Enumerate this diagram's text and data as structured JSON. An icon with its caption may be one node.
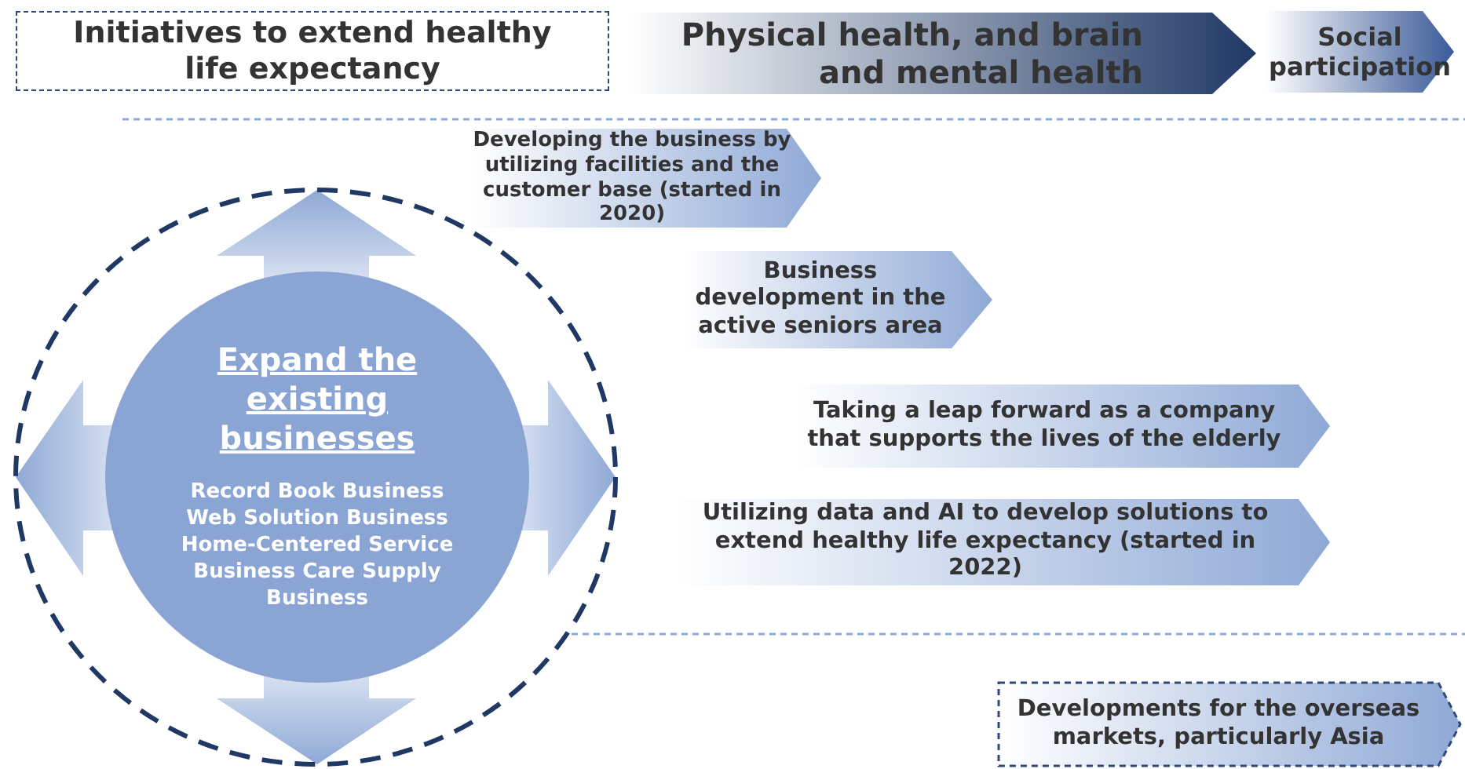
{
  "diagram": {
    "nodes": [
      {
        "text": [
          "Initiatives to extend healthy life expectancy"
        ]
      },
      {
        "text": [
          "Physical health, and brain and mental health"
        ]
      },
      {
        "text": [
          "Social participation"
        ]
      },
      {
        "text": [
          "Expand the existing businesses",
          "Record Book Business Web Solution Business Home-Centered Service Business Care Supply Business"
        ]
      },
      {
        "text": [
          "Developing the business by utilizing facilities and the customer base (started in 2020)"
        ]
      },
      {
        "text": [
          "Business development in the active seniors area"
        ]
      },
      {
        "text": [
          "Taking a leap forward as a company that supports the lives of the elderly"
        ]
      },
      {
        "text": [
          "Utilizing data and AI to develop solutions to extend healthy life expectancy (started in 2022)"
        ]
      },
      {
        "text": [
          "Developments for the overseas markets, particularly Asia"
        ]
      }
    ]
  }
}
